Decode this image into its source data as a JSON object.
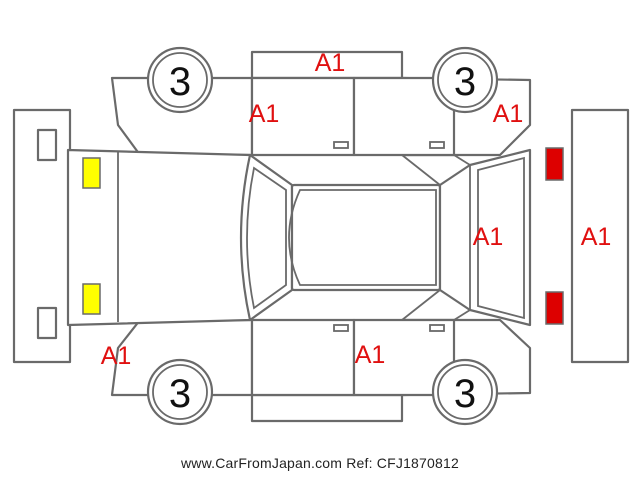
{
  "diagram": {
    "damage_codes": {
      "roof": "A1",
      "front_left_fender": "A1",
      "rear_left_quarter": "A1",
      "rear_glass": "A1",
      "rear_bumper": "A1",
      "front_right_fender": "A1",
      "right_door": "A1"
    },
    "tire_grades": {
      "front_left": "3",
      "rear_left": "3",
      "front_right": "3",
      "rear_right": "3"
    },
    "marker_colors": {
      "front_lights": "#ffff00",
      "rear_lights": "#dd0000",
      "code_text": "#e01010"
    }
  },
  "footer": {
    "watermark": "www.CarFromJapan.com Ref: CFJ1870812"
  }
}
